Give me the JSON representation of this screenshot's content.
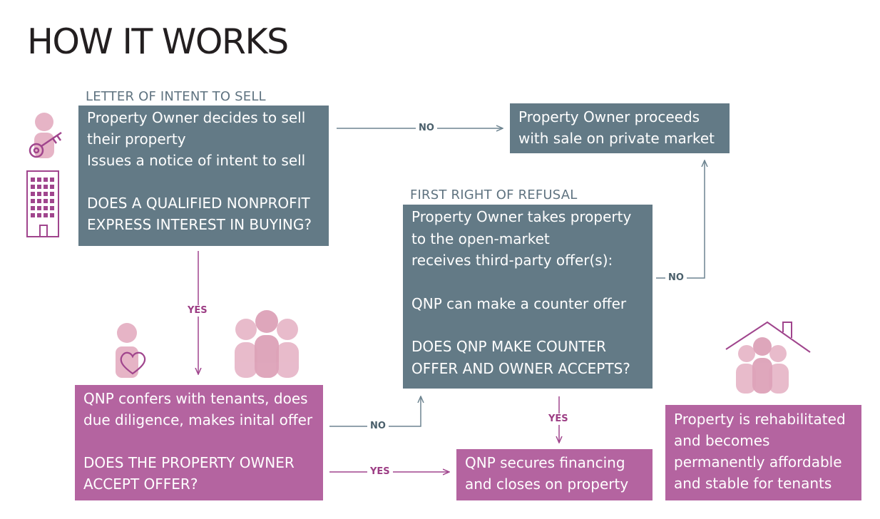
{
  "page": {
    "title": "HOW IT WORKS"
  },
  "sections": {
    "intent": "LETTER OF INTENT TO SELL",
    "refusal": "FIRST RIGHT OF REFUSAL"
  },
  "boxes": {
    "owner_decides": {
      "lines": [
        "Property Owner decides to sell",
        "their property",
        "Issues a notice of intent to sell",
        "",
        "DOES A QUALIFIED NONPROFIT",
        "EXPRESS INTEREST IN BUYING?"
      ]
    },
    "private_market": {
      "lines": [
        "Property Owner proceeds",
        "with sale on private market"
      ]
    },
    "open_market": {
      "lines": [
        "Property Owner takes property",
        "to the open-market",
        "receives third-party offer(s):",
        "",
        "QNP can make a counter offer",
        "",
        "DOES QNP MAKE COUNTER",
        "OFFER AND OWNER ACCEPTS?"
      ]
    },
    "qnp_confers": {
      "lines": [
        "QNP confers with tenants, does",
        "due diligence, makes inital offer",
        "",
        "DOES THE PROPERTY OWNER",
        "ACCEPT OFFER?"
      ]
    },
    "qnp_secures": {
      "lines": [
        "QNP secures financing",
        "and closes on property"
      ]
    },
    "rehabilitated": {
      "lines": [
        "Property is rehabilitated",
        "and becomes",
        "permanently affordable",
        "and stable for tenants"
      ]
    }
  },
  "edges": {
    "no_1": "NO",
    "no_2": "NO",
    "no_3": "NO",
    "yes_1": "YES",
    "yes_2": "YES",
    "yes_3": "YES"
  },
  "colors": {
    "gray_box": "#637a86",
    "pink_box": "#b464a0",
    "icon_pink_light": "#e6b4c6",
    "icon_magenta": "#a0458d",
    "arrow_gray": "#6d8490",
    "arrow_pink": "#a0458d"
  },
  "icons": [
    "owner-person-icon",
    "key-icon",
    "building-icon",
    "tenant-heart-icon",
    "family-group-icon",
    "house-family-icon"
  ]
}
